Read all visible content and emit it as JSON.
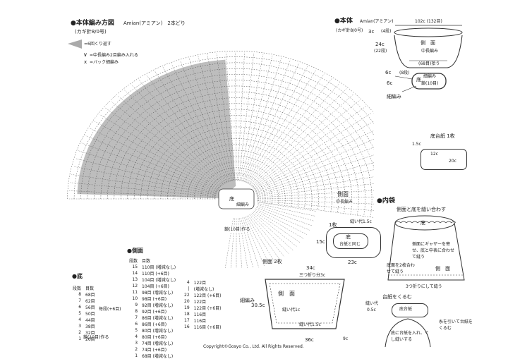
{
  "main": {
    "title": "●本体編み方図",
    "yarn": "Amian(アミアン)　2本どり",
    "hook": "(カギ針8/0号)",
    "legend": [
      {
        "icon": "triangle-icon",
        "text": "=6回くり返す"
      },
      {
        "icon": "v-stitch-icon",
        "text": "=中長編み2目編み入れる"
      },
      {
        "icon": "x-stitch-icon",
        "text": "=バック細編み"
      }
    ],
    "center_label_1": "底",
    "center_label_2": "細編み",
    "side_label": "側面",
    "side_sublabel": "中長編み",
    "bottom_note": "鎖(10目)作る"
  },
  "body_diagram": {
    "title": "●本体",
    "yarn": "Amian(アミアン)",
    "hook": "(カギ針8/0号)",
    "top_width": "102c (132目)",
    "side_label": "側　面",
    "side_sub": "中長編み",
    "h1": "3c",
    "h1_rows": "(4段)",
    "h2": "24c",
    "h2_rows": "(22段)",
    "h3": "6c",
    "h3_rows": "(8段)",
    "h4": "6c",
    "rows_8_bottom": "(68目)拾う",
    "bottom_label": "底",
    "bottom_sub": "細編み",
    "bottom_chain": "鎖(10目)",
    "hook_label": "細編み"
  },
  "board": {
    "title": "底台紙 1枚",
    "c1": "1.5c",
    "w": "12c",
    "l": "20c"
  },
  "inner_bag": {
    "title": "●内袋",
    "sub": "側面と底を縫い合わす",
    "bottom_label": "底",
    "gather_note": "側面にギャザーを寄せ、底と中表に合わせて縫う",
    "fold_note": "底面を2枚合わせて縫う",
    "side_label": "側　面",
    "fold3": "3つ折りにして縫う",
    "board_title": "台紙をくるむ",
    "board_label": "底台紙",
    "seam": "縫い代",
    "seam_val": "0.5c",
    "pull_note": "糸を引いて台紙をくるむ",
    "bottom_note": "底に台紙を入れ、ぐし縫いする"
  },
  "bottom_piece": {
    "count": "1枚",
    "seam": "縫い代1.5c",
    "label": "底",
    "same": "台紙と同じ",
    "h": "15c",
    "w": "23c"
  },
  "side_piece": {
    "title": "側面 2枚",
    "top_w": "34c",
    "fold": "三つ折り分3c",
    "label": "側　面",
    "seam1": "縫い代1c",
    "h": "30.5c",
    "seam2": "縫い代1.5c",
    "bottom_w": "36c",
    "c9": "9c"
  },
  "table_side": {
    "title": "●側面",
    "headers": [
      "段数",
      "目数"
    ],
    "rows": [
      [
        "15",
        "110目 (増減なし)"
      ],
      [
        "14",
        "110目 (+6目)"
      ],
      [
        "13",
        "104目 (増減なし)"
      ],
      [
        "12",
        "104目 (+6目)"
      ],
      [
        "11",
        "98目 (増減なし)"
      ],
      [
        "10",
        "98目 (+6目)"
      ],
      [
        "9",
        "92目 (増減なし)"
      ],
      [
        "8",
        "92目 (+6目)"
      ],
      [
        "7",
        "86目 (増減なし)"
      ],
      [
        "6",
        "86目 (+6目)"
      ],
      [
        "5",
        "80目 (増減なし)"
      ],
      [
        "4",
        "80目 (+6目)"
      ],
      [
        "3",
        "74目 (増減なし)"
      ],
      [
        "2",
        "74目 (+6目)"
      ],
      [
        "1",
        "68目 (増減なし)"
      ]
    ],
    "rows2": [
      [
        "4",
        "122目"
      ],
      [
        "|",
        "(増減なし)"
      ],
      [
        "22",
        "122目 (+6目)"
      ],
      [
        "20",
        "122目"
      ],
      [
        "19",
        "122目 (+6目)"
      ],
      [
        "18",
        "116目"
      ],
      [
        "17",
        "116目"
      ],
      [
        "16",
        "116目 (+6目)"
      ]
    ],
    "note": "細編み"
  },
  "table_bottom": {
    "title": "●底",
    "headers": [
      "段数",
      "目数"
    ],
    "rows": [
      [
        "8",
        "68目"
      ],
      [
        "7",
        "62目"
      ],
      [
        "6",
        "56目"
      ],
      [
        "5",
        "50目"
      ],
      [
        "4",
        "44目"
      ],
      [
        "3",
        "38目"
      ],
      [
        "2",
        "32目"
      ],
      [
        "1",
        "26目"
      ]
    ],
    "note": "毎段(+6目)",
    "chain": "鎖(10目)作る"
  },
  "copyright": "Copyright©Gosyo Co., Ltd. All Rights Reserved."
}
